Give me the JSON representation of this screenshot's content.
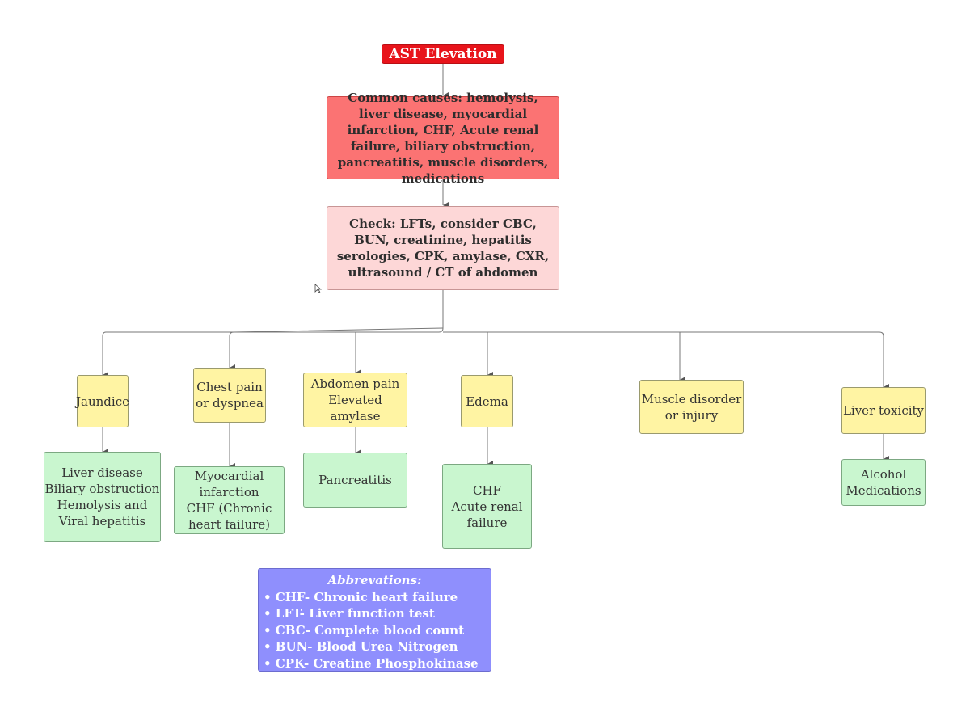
{
  "title": "AST Elevation",
  "causes": "Common causes: hemolysis, liver disease, myocardial infarction, CHF, Acute renal failure, biliary obstruction, pancreatitis, muscle disorders, medications",
  "check": "Check: LFTs, consider CBC, BUN, creatinine, hepatitis serologies, CPK, amylase, CXR, ultrasound / CT of abdomen",
  "symptoms": {
    "jaundice": [
      "Jaundice"
    ],
    "chest": [
      "Chest pain",
      "or dyspnea"
    ],
    "abdomen": [
      "Abdomen pain",
      "Elevated amylase"
    ],
    "edema": [
      "Edema"
    ],
    "muscle": [
      "Muscle disorder",
      "or injury"
    ],
    "liver_tox": [
      "Liver toxicity"
    ]
  },
  "diagnoses": {
    "jaundice": [
      "Liver disease",
      "Biliary obstruction",
      "Hemolysis and",
      "Viral hepatitis"
    ],
    "chest": [
      "Myocardial",
      "infarction",
      "CHF (Chronic",
      "heart failure)"
    ],
    "abdomen": [
      "Pancreatitis"
    ],
    "edema": [
      "CHF",
      "Acute renal",
      "failure"
    ],
    "liver_tox": [
      "Alcohol",
      "Medications"
    ]
  },
  "abbreviations": {
    "title": "Abbrevations:",
    "items": [
      "• CHF- Chronic heart failure",
      "• LFT- Liver function test",
      "• CBC- Complete blood count",
      "• BUN- Blood Urea Nitrogen",
      "• CPK- Creatine Phosphokinase"
    ]
  },
  "colors": {
    "title": "#e8141b",
    "causes": "#fb7373",
    "check": "#fdd7d7",
    "symptom": "#fff4a3",
    "diagnosis": "#c9f6cf",
    "abbreviations": "#8f8ffd"
  }
}
